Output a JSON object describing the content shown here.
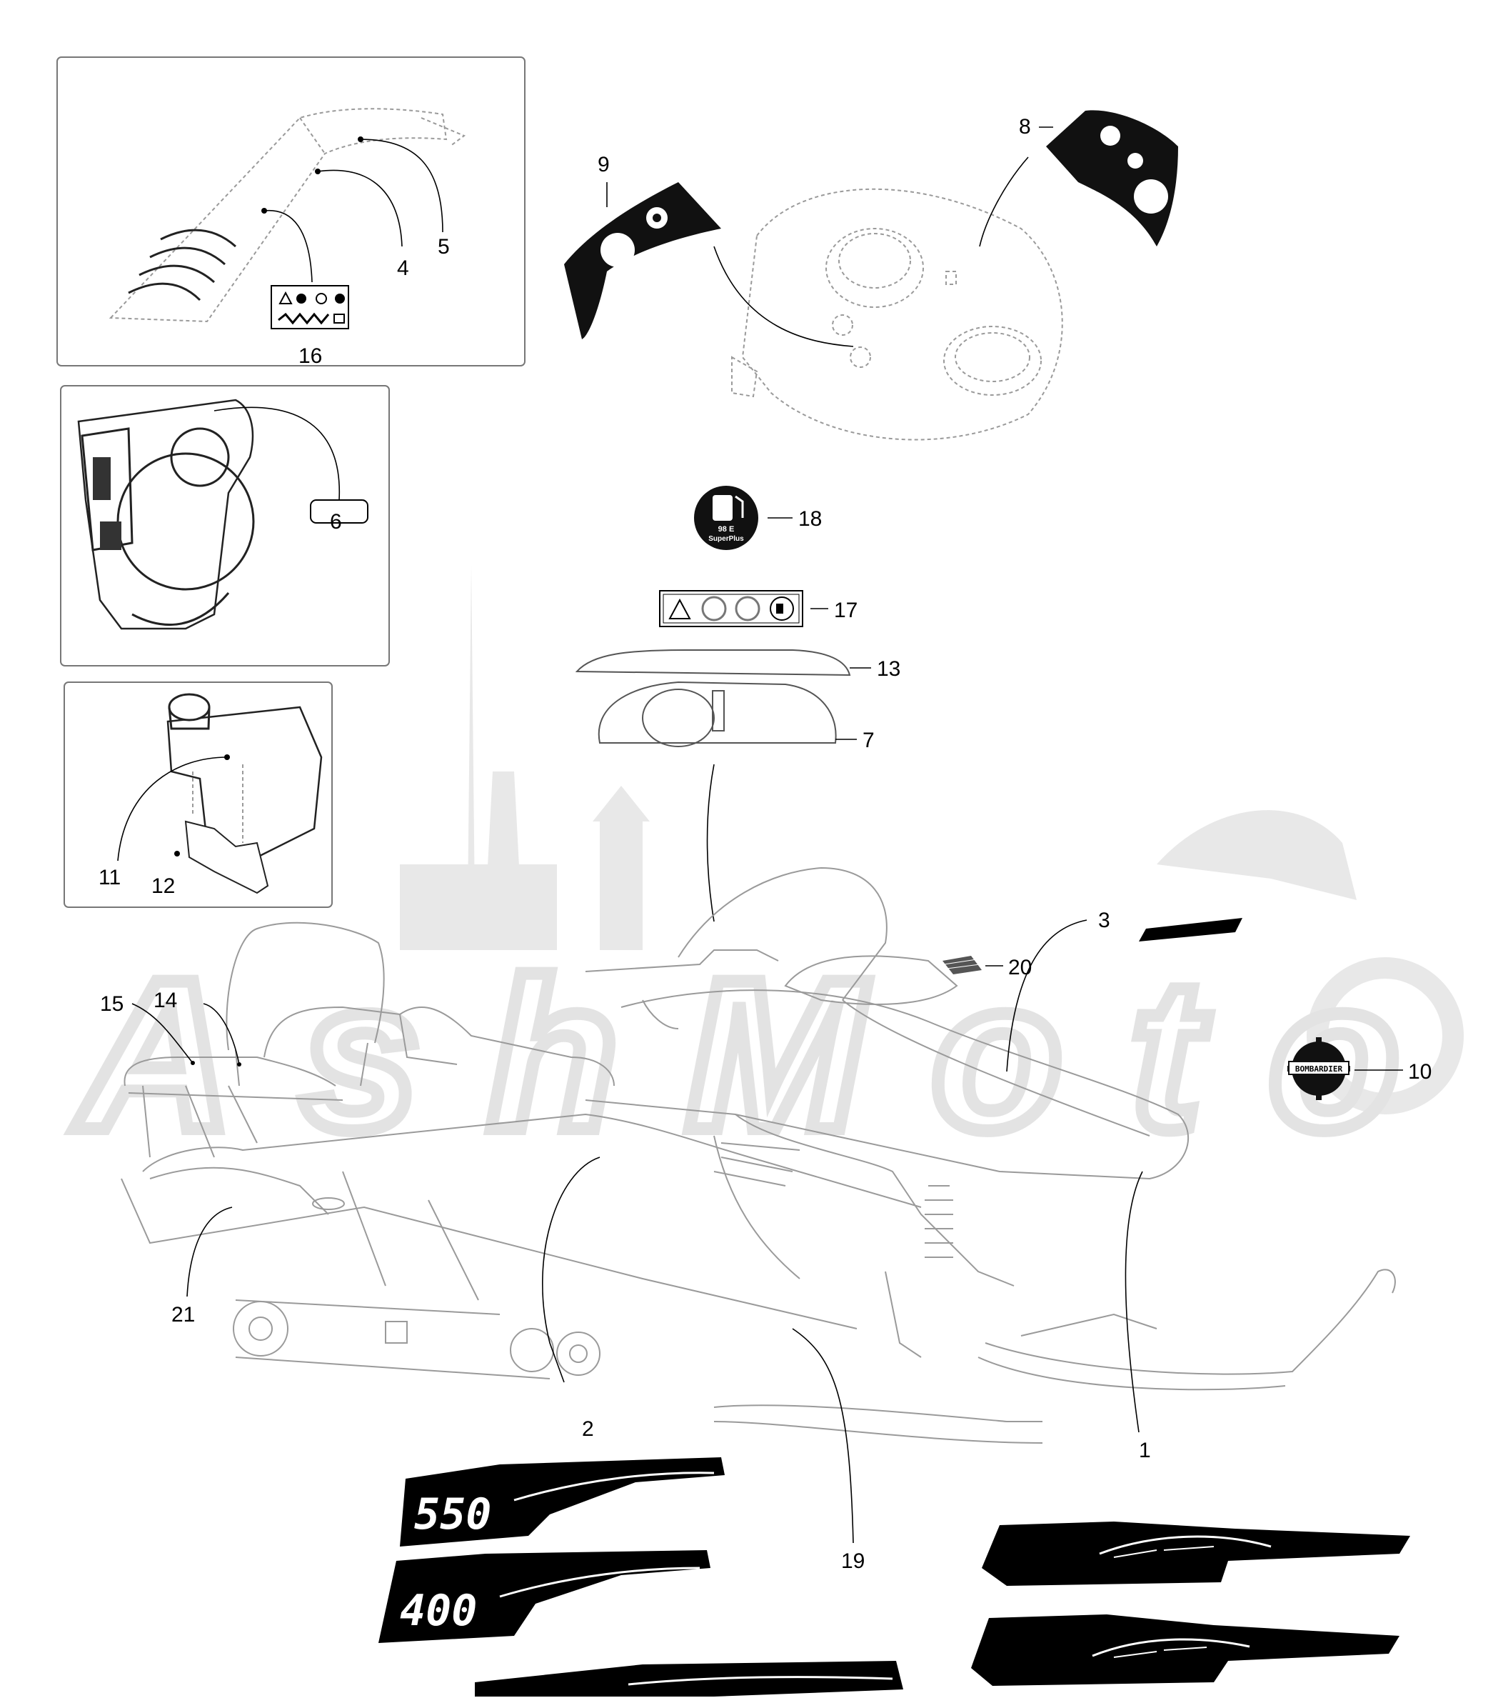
{
  "watermark": {
    "text": "AshMoto"
  },
  "callouts": {
    "c1": "1",
    "c2": "2",
    "c3": "3",
    "c4": "4",
    "c5": "5",
    "c6": "6",
    "c7": "7",
    "c8": "8",
    "c9": "9",
    "c10": "10",
    "c11": "11",
    "c12": "12",
    "c13": "13",
    "c14": "14",
    "c15": "15",
    "c16": "16",
    "c17": "17",
    "c18": "18",
    "c19": "19",
    "c20": "20",
    "c21": "21"
  },
  "labels": {
    "fuel_line1": "98 E",
    "fuel_line2": "SuperPlus",
    "model_550": "550",
    "model_400": "400",
    "brand_badge": "BOMBARDIER"
  },
  "colors": {
    "ink": "#000000",
    "faint": "#9a9a9a",
    "watermark": "#e6e6e6"
  }
}
